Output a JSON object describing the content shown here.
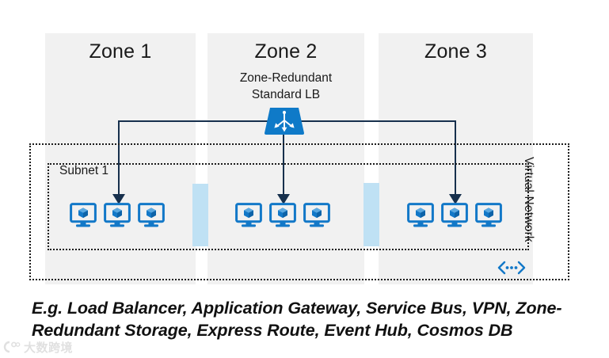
{
  "diagram": {
    "title_note": "Azure availability zones with zone-redundant load balancer",
    "zones": [
      {
        "id": "zone1",
        "label": "Zone 1",
        "sublabel": ""
      },
      {
        "id": "zone2",
        "label": "Zone 2",
        "sublabel": "Zone-Redundant\nStandard LB"
      },
      {
        "id": "zone3",
        "label": "Zone 3",
        "sublabel": ""
      }
    ],
    "zone2_sub_line1": "Zone-Redundant",
    "zone2_sub_line2": "Standard LB",
    "vnet_label": "Virtual Network",
    "subnet_label": "Subnet 1",
    "load_balancer_icon": "load-balancer-icon",
    "subnet_icon": "subnet-chevron-icon",
    "vm_icon": "virtual-machine-icon",
    "vm_counts": {
      "zone1": 3,
      "zone2": 3,
      "zone3": 3
    },
    "caption": "E.g. Load Balancer, Application Gateway, Service Bus, VPN, Zone-Redundant Storage, Express Route, Event Hub, Cosmos DB",
    "watermark_text": "大数跨境"
  },
  "colors": {
    "panel_bg": "#f1f1f1",
    "az_bar": "#bfe1f4",
    "azure_blue": "#0f7ac8",
    "connector": "#17304d",
    "dotted_border": "#1b1b1b",
    "text": "#1a1a1a",
    "caption_text": "#111111"
  }
}
